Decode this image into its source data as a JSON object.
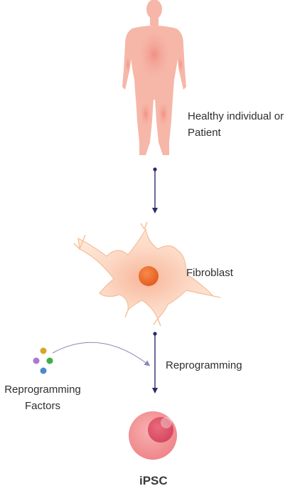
{
  "labels": {
    "human": "Healthy individual or Patient",
    "fibroblast": "Fibroblast",
    "reprogramming": "Reprogramming",
    "factors": "Reprogramming Factors",
    "ipsc": "iPSC"
  },
  "colors": {
    "body_fill": "#f6b7a8",
    "body_glow": "#ec6f67",
    "fibroblast_fill": "#fde2cf",
    "fibroblast_edge": "#f6bd98",
    "nucleus": "#f06a2b",
    "arrow": "#2a2a6a",
    "factor_yellow": "#d8a52a",
    "factor_purple": "#a87ad4",
    "factor_green": "#3fad48",
    "factor_blue": "#4a8ccb",
    "ipsc_outer": "#f39a9d",
    "ipsc_inner": "#e0516a"
  },
  "icons": {
    "human": "human-body-icon",
    "fibroblast": "fibroblast-cell-icon",
    "factors": "reprogramming-factors-dots-icon",
    "ipsc": "ipsc-cell-icon"
  }
}
